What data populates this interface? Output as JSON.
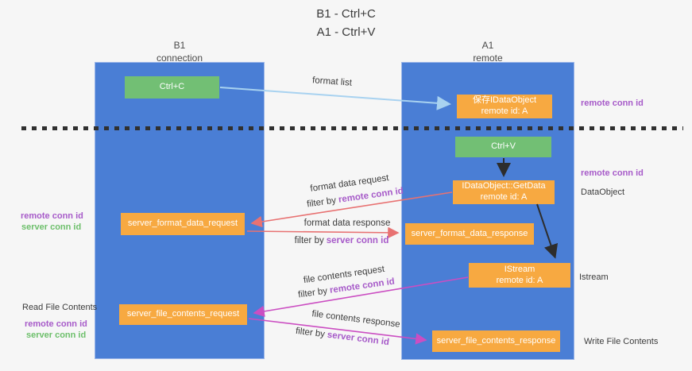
{
  "title": {
    "line1": "B1 - Ctrl+C",
    "line2": "A1 - Ctrl+V"
  },
  "lifelines": {
    "left": {
      "title": "B1",
      "subtitle": "connection"
    },
    "right": {
      "title": "A1",
      "subtitle": "remote"
    }
  },
  "nodes": {
    "ctrl_c": {
      "label": "Ctrl+C"
    },
    "ctrl_v": {
      "label": "Ctrl+V"
    },
    "save_dataobject": {
      "line1": "保存IDataObject",
      "line2": "remote id: A"
    },
    "idataobject_getdata": {
      "line1": "IDataObject::GetData",
      "line2": "remote id: A"
    },
    "istream": {
      "line1": "IStream",
      "line2": "remote id: A"
    },
    "server_format_data_request": {
      "label": "server_format_data_request"
    },
    "server_format_data_response": {
      "label": "server_format_data_response"
    },
    "server_file_contents_request": {
      "label": "server_file_contents_request"
    },
    "server_file_contents_response": {
      "label": "server_file_contents_response"
    }
  },
  "arrow_labels": {
    "format_list": "format list",
    "format_data_request": "format data request",
    "format_data_response": "format data response",
    "file_contents_request": "file contents request",
    "file_contents_response": "file contents response",
    "filter_by": "filter by",
    "remote_conn_id": "remote conn id",
    "server_conn_id": "server conn id"
  },
  "side_labels": {
    "remote_conn_id": "remote conn id",
    "server_conn_id": "server conn id",
    "read_file_contents": "Read File Contents",
    "dataobject": "DataObject",
    "istream": "Istream",
    "write_file_contents": "Write File Contents"
  },
  "colors": {
    "column_blue": "#4a7ed5",
    "box_orange": "#f7a941",
    "box_green": "#72bf74",
    "accent_purple": "#a75bc9",
    "accent_green": "#6dbf6b",
    "arrow_red": "#e87272",
    "arrow_magenta": "#cb4ec2",
    "arrow_light_blue": "#a8d2f0",
    "arrow_black": "#2d2d2d"
  }
}
